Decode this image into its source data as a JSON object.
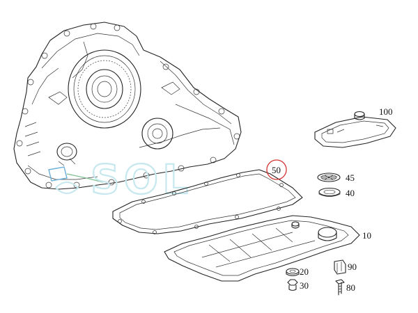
{
  "watermark": {
    "text": "SOL",
    "color": "#c6e8ee"
  },
  "highlight_color": "#d32f2f",
  "callouts": [
    {
      "id": "50",
      "label": "50",
      "highlighted": true
    },
    {
      "id": "100",
      "label": "100"
    },
    {
      "id": "45",
      "label": "45"
    },
    {
      "id": "40",
      "label": "40"
    },
    {
      "id": "10",
      "label": "10"
    },
    {
      "id": "90",
      "label": "90"
    },
    {
      "id": "20",
      "label": "20"
    },
    {
      "id": "30",
      "label": "30"
    },
    {
      "id": "80",
      "label": "80"
    }
  ]
}
